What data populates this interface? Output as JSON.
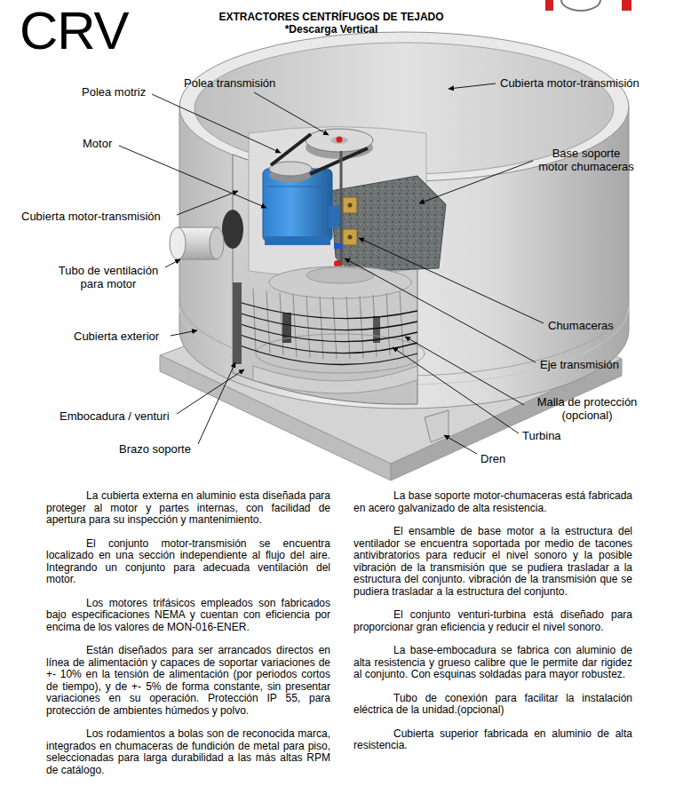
{
  "diagram": {
    "title": "CRV",
    "labels": [
      "EXTRACTORES CENTRÍFUGOS DE TEJADO",
      "*Descarga Vertical",
      "Polea transmisión",
      "Cubierta motor-transmisión",
      "Polea motriz",
      "Base soporte motor chumaceras",
      "Motor",
      "Cubierta motor-transmisión",
      "Tubo de ventilación para motor",
      "Chumaceras",
      "Cubierta exterior",
      "Eje transmisión",
      "Malla de protección (opcional)",
      "Embocadura / venturi",
      "Turbina",
      "Brazo soporte",
      "Dren",
      "La cubierta externa en aluminio esta diseñada para proteger al motor y partes internas, con facilidad de apertura para su inspección y mantenimiento.",
      "El conjunto motor-transmisión se encuentra localizado en una sección independiente al flujo del aire. Integrando un conjunto para adecuada ventilación del motor.",
      "Los motores trifásicos empleados son fabricados bajo especificaciones NEMA y cuentan con eficiencia por encima de los valores de MON-016-ENER.",
      "Están diseñados para ser arrancados directos en línea de alimentación y capaces de soportar variaciones de +- 10% en la tensión de alimentación (por periodos cortos de tiempo), y de +- 5% de forma constante, sin presentar variaciones en su operación. Protección IP 55, para protección de ambientes húmedos y polvo.",
      "Los rodamientos a bolas son de reconocida marca, integrados en chumaceras de fundición de metal para piso, seleccionadas para larga durabilidad a las más altas RPM de catálogo.",
      "La base soporte motor-chumaceras está fabricada en acero galvanizado de alta resistencia.",
      "El ensamble de base motor a la estructura del ventilador se encuentra soportada por medio de tacones antivibratorios para reducir el nivel sonoro y la posible vibración de la transmisión que se pudiera trasladar a la estructura del conjunto. vibración de la transmisión que se pudiera trasladar a la estructura del conjunto.",
      "El conjunto venturi-turbina está diseñado para proporcionar gran eficiencia y reducir el nivel sonoro.",
      "La base-embocadura se fabrica con aluminio de alta resistencia y grueso calibre que le permite dar rigidez al conjunto. Con esquinas soldadas para mayor robustez.",
      "Tubo de conexión para facilitar la instalación eléctrica de la unidad.(opcional)",
      "Cubierta superior fabricada en aluminio de alta resistencia."
    ]
  }
}
